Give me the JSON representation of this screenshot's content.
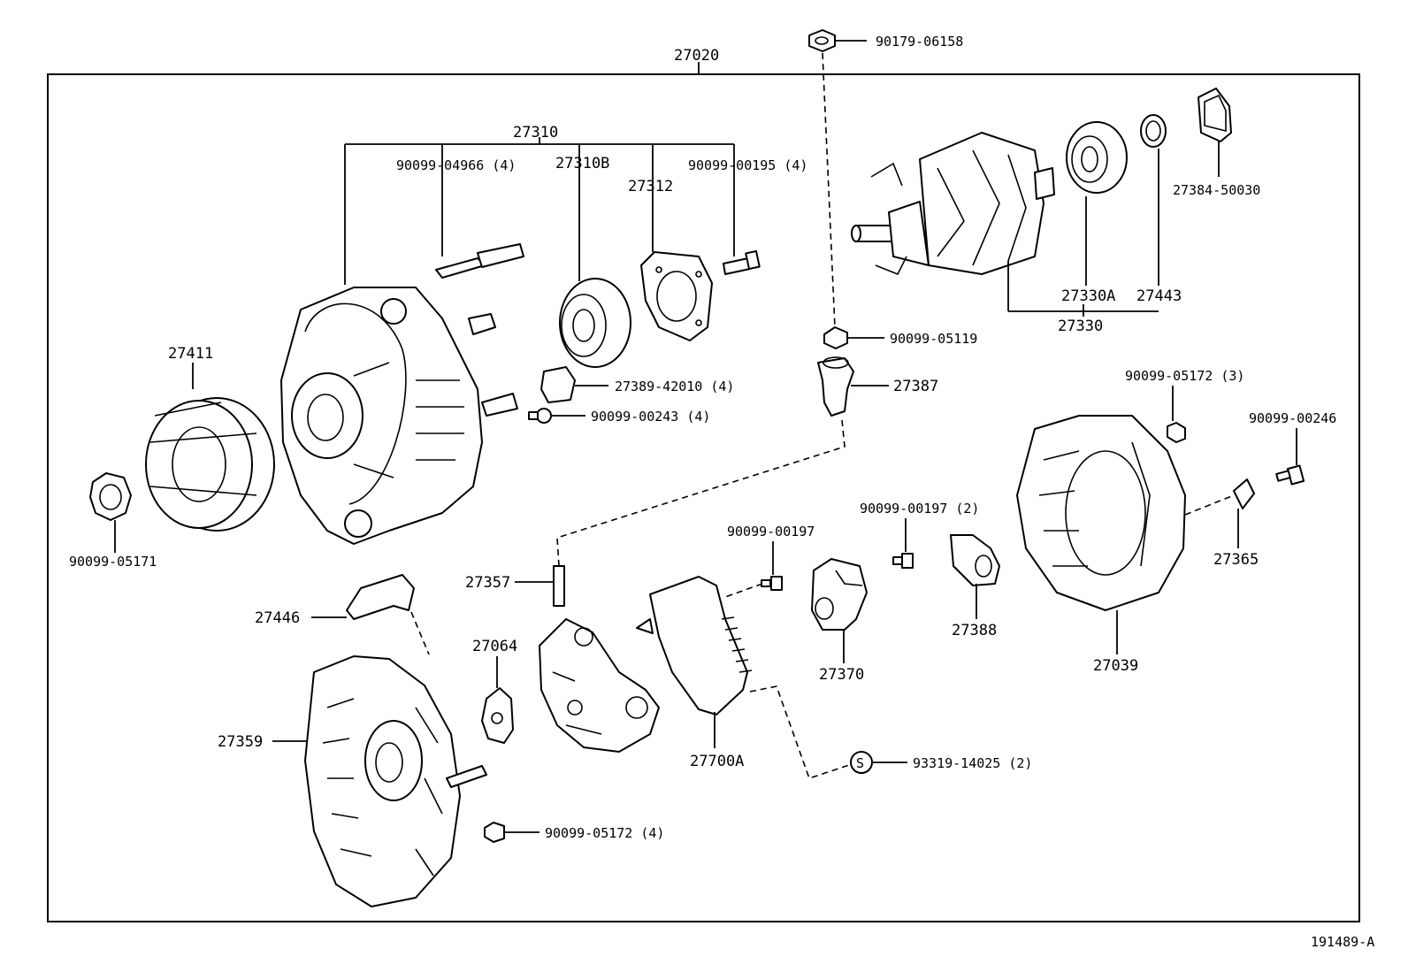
{
  "diagram": {
    "assembly_label": "27020",
    "figure_id": "191489-A",
    "callouts": {
      "p90179_06158": "90179-06158",
      "p27310": "27310",
      "p90099_04966": "90099-04966 (4)",
      "p27310B": "27310B",
      "p27312": "27312",
      "p90099_00195": "90099-00195 (4)",
      "p27384_50030": "27384-50030",
      "p27330A": "27330A",
      "p27443": "27443",
      "p27330": "27330",
      "p27411": "27411",
      "p90099_05119": "90099-05119",
      "p27389_42010": "27389-42010 (4)",
      "p27387": "27387",
      "p90099_00243": "90099-00243 (4)",
      "p90099_05172_3": "90099-05172 (3)",
      "p90099_00246": "90099-00246",
      "p90099_05171": "90099-05171",
      "p90099_00197": "90099-00197",
      "p90099_00197_2": "90099-00197 (2)",
      "p27357": "27357",
      "p27365": "27365",
      "p27446": "27446",
      "p27388": "27388",
      "p27064": "27064",
      "p27370": "27370",
      "p27039": "27039",
      "p27359": "27359",
      "p27700A": "27700A",
      "p93319_14025": "93319-14025 (2)",
      "s_symbol": "S",
      "p90099_05172_4": "90099-05172 (4)"
    }
  }
}
